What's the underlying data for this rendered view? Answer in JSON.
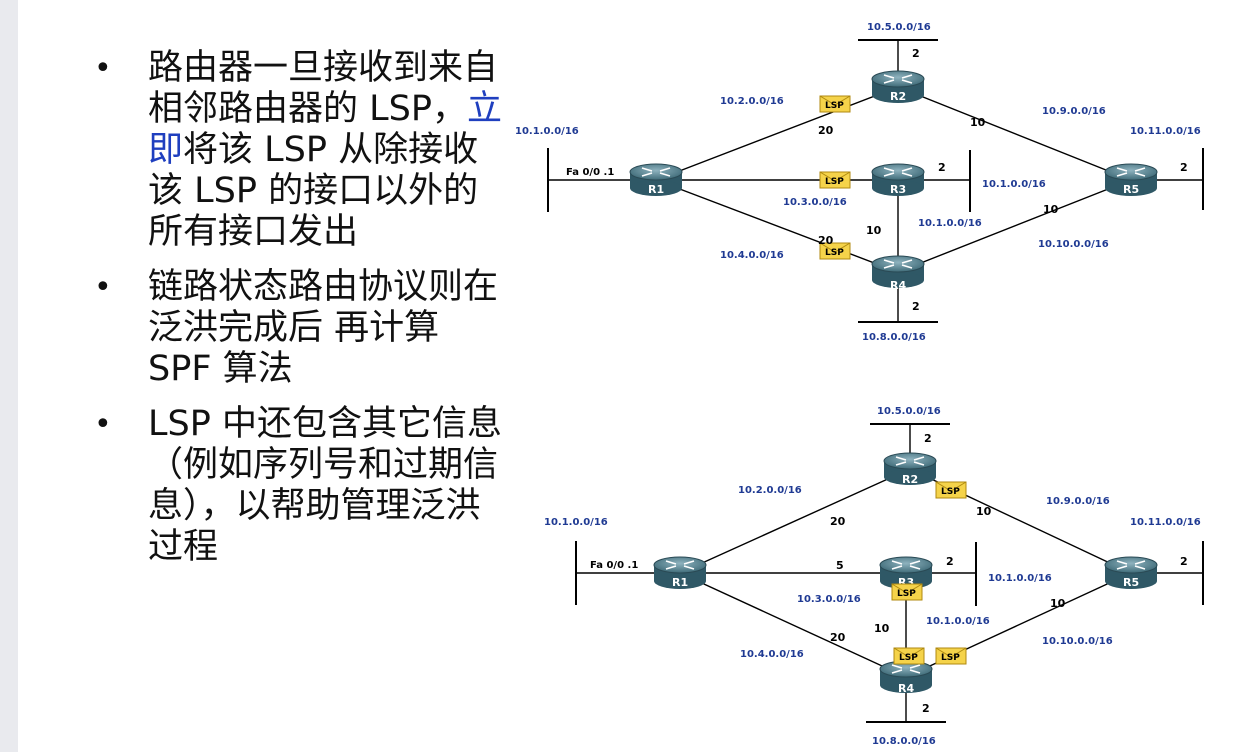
{
  "bullets": [
    {
      "before": "路由器一旦接收到来自相邻路由器的 LSP，",
      "link": "立即",
      "after": "将该 LSP 从除接收该 LSP 的接口以外的所有接口发出"
    },
    {
      "text": "链路状态路由协议则在泛洪完成后 再计算 SPF 算法"
    },
    {
      "text": "LSP 中还包含其它信息（例如序列号和过期信息），以帮助管理泛洪过程"
    }
  ],
  "diagram1": {
    "routers": {
      "r1": "R1",
      "r2": "R2",
      "r3": "R3",
      "r4": "R4",
      "r5": "R5"
    },
    "interface": "Fa 0/0 .1",
    "networks": {
      "n_10_5": "10.5.0.0/16",
      "n_10_2": "10.2.0.0/16",
      "n_10_9": "10.9.0.0/16",
      "n_10_1_left": "10.1.0.0/16",
      "n_10_11": "10.11.0.0/16",
      "n_10_1_r3": "10.1.0.0/16",
      "n_10_3": "10.3.0.0/16",
      "n_10_1_below": "10.1.0.0/16",
      "n_10_10": "10.10.0.0/16",
      "n_10_4": "10.4.0.0/16",
      "n_10_8": "10.8.0.0/16"
    },
    "costs": {
      "r2_stub": "2",
      "r1_r2": "20",
      "r2_r5": "10",
      "r3_stub": "2",
      "r5_stub": "2",
      "r4_r5": "10",
      "r3_r4": "10",
      "r1_r4": "20",
      "r4_stub": "2"
    },
    "lsp_label": "LSP"
  },
  "diagram2": {
    "routers": {
      "r1": "R1",
      "r2": "R2",
      "r3": "R3",
      "r4": "R4",
      "r5": "R5"
    },
    "interface": "Fa 0/0 .1",
    "networks": {
      "n_10_5": "10.5.0.0/16",
      "n_10_2": "10.2.0.0/16",
      "n_10_9": "10.9.0.0/16",
      "n_10_1_left": "10.1.0.0/16",
      "n_10_11": "10.11.0.0/16",
      "n_10_1_r3": "10.1.0.0/16",
      "n_10_3": "10.3.0.0/16",
      "n_10_1_below": "10.1.0.0/16",
      "n_10_10": "10.10.0.0/16",
      "n_10_4": "10.4.0.0/16",
      "n_10_8": "10.8.0.0/16"
    },
    "costs": {
      "r2_stub": "2",
      "r1_r2": "20",
      "r2_r5": "10",
      "r1_r3": "5",
      "r3_stub": "2",
      "r5_stub": "2",
      "r4_r5": "10",
      "r3_r4": "10",
      "r1_r4": "20",
      "r4_stub": "2"
    },
    "lsp_label": "LSP"
  }
}
